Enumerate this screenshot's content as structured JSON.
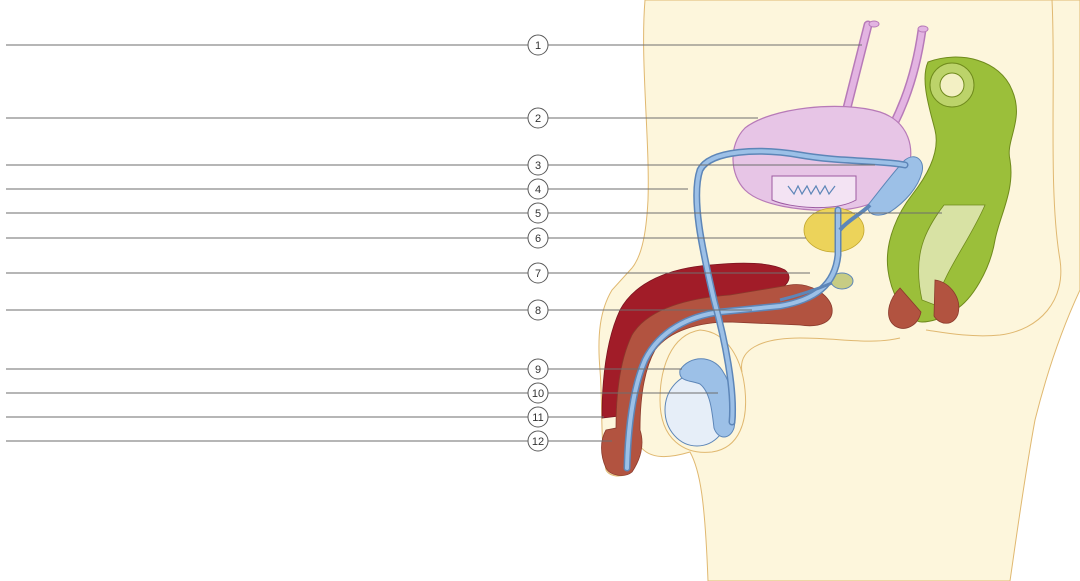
{
  "labels": [
    {
      "id": "1",
      "number": "1"
    },
    {
      "id": "2",
      "number": "2"
    },
    {
      "id": "3",
      "number": "3"
    },
    {
      "id": "4",
      "number": "4"
    },
    {
      "id": "5",
      "number": "5"
    },
    {
      "id": "6",
      "number": "6"
    },
    {
      "id": "7",
      "number": "7"
    },
    {
      "id": "8",
      "number": "8"
    },
    {
      "id": "9",
      "number": "9"
    },
    {
      "id": "10",
      "number": "10"
    },
    {
      "id": "11",
      "number": "11"
    },
    {
      "id": "12",
      "number": "12"
    }
  ],
  "colors": {
    "skin": "#fdf6dc",
    "skin_outline": "#e0b870",
    "bladder": "#e7c5e6",
    "bladder_outline": "#b77ab8",
    "ureter": "#e3b4e2",
    "vas_duct": "#9cc0e7",
    "duct_outline": "#5d86b8",
    "prostate": "#ecd35a",
    "rectum": "#9bbf3a",
    "rectum_light": "#d8e2a4",
    "erectile_dark": "#a11c28",
    "erectile_light": "#b25340",
    "testis": "#e6eef8"
  }
}
